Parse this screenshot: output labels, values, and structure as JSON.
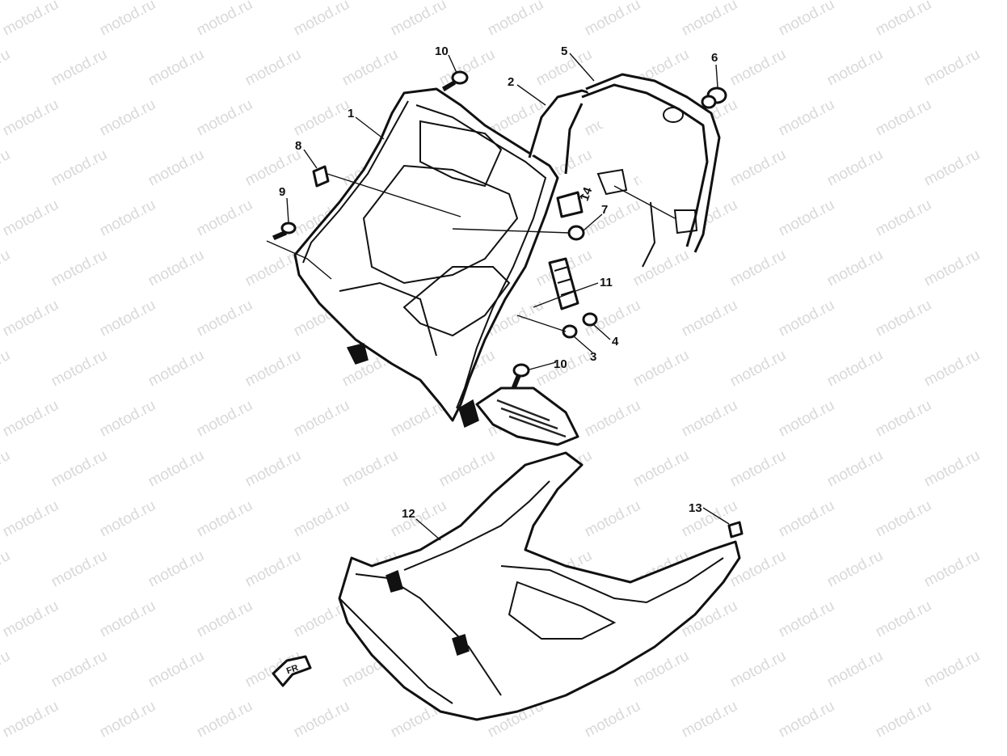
{
  "watermark": {
    "text": "motod.ru"
  },
  "callouts": [
    {
      "id": "c1",
      "label": "1"
    },
    {
      "id": "c2",
      "label": "2"
    },
    {
      "id": "c3",
      "label": "3"
    },
    {
      "id": "c4",
      "label": "4"
    },
    {
      "id": "c5",
      "label": "5"
    },
    {
      "id": "c6",
      "label": "6"
    },
    {
      "id": "c7",
      "label": "7"
    },
    {
      "id": "c8",
      "label": "8"
    },
    {
      "id": "c9",
      "label": "9"
    },
    {
      "id": "c10a",
      "label": "10"
    },
    {
      "id": "c10b",
      "label": "10"
    },
    {
      "id": "c11",
      "label": "11"
    },
    {
      "id": "c12",
      "label": "12"
    },
    {
      "id": "c13",
      "label": "13"
    },
    {
      "id": "c14",
      "label": "14"
    }
  ],
  "front_arrow": {
    "label": "FR"
  },
  "colors": {
    "ink": "#111111",
    "background": "#ffffff",
    "watermark": "#d9d9d9"
  }
}
